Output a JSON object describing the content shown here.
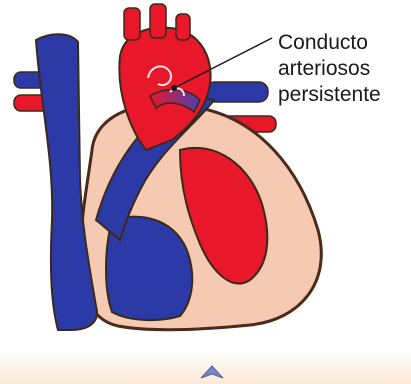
{
  "diagram": {
    "label_lines": [
      "Conducto",
      "arteriosos",
      "persistente"
    ]
  },
  "colors": {
    "oxygenated": "#e8172a",
    "deoxygenated": "#2c3aa8",
    "myocardium": "#f6c9b2",
    "outline": "#4a2a1a"
  },
  "icons": {
    "nav": "triangle-up-icon"
  }
}
